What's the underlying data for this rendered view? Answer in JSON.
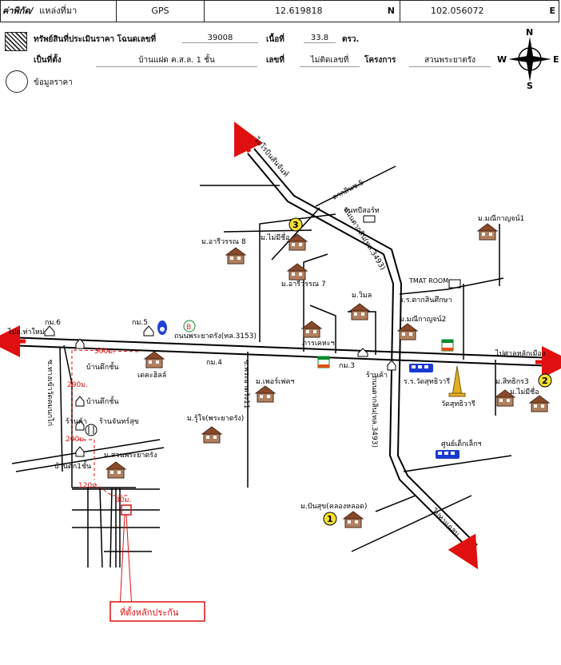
{
  "header": {
    "coord_label": "ค่าพิกัด/",
    "source_label": "แหล่งที่มา",
    "source_value": "GPS",
    "lat": "12.619818",
    "lat_dir": "N",
    "lon": "102.056072",
    "lon_dir": "E"
  },
  "info": {
    "asset_label": "ทรัพย์สินที่ประเมินราคา โฉนดเลขที่",
    "deed_no": "39008",
    "area_label": "เนื้อที่",
    "area_value": "33.8",
    "area_unit": "ตรว.",
    "type_label": "เป็นที่ตั้ง",
    "type_value": "บ้านแฝด ค.ส.ล. 1 ชั้น",
    "no_label": "เลขที่",
    "no_value": "ไม่ติดเลขที่",
    "project_label": "โครงการ",
    "project_value": "สวนพระยาตรัง",
    "price_label": "ข้อมูลราคา"
  },
  "compass": {
    "n": "N",
    "s": "S",
    "e": "E",
    "w": "W"
  },
  "map": {
    "roads": {
      "to_kok": "ไปอ.ท่าใหม่",
      "km6": "กม.6",
      "km5": "กม.5",
      "km4": "กม.4",
      "km3": "กม.3",
      "road3153": "ถนนพระยาตรัง(ทล.3153)",
      "to_shrine": "ไปศาลหลักเมือง",
      "to_shopping": "ไปโรบินสันจันท์",
      "road3493a": "ถนนตากสิน(ทล.3493)",
      "road3493b": "ถนนตากสิน(ทล.3493)",
      "to_khlong": "ไปท่าแฉลบ",
      "taksin5": "ตากสินซ.5",
      "soi_nakorn": "ซ.ทางเข้าวัดคมนกไก่",
      "phraya_soi11": "ซ.พระยาตรัง11"
    },
    "places": {
      "moo_mani1": "ม.มณีกาญจน์1",
      "chanthaburi_store": "จันทบีสอร์ท",
      "tmat_room": "TMAT ROOM",
      "school_taksin": "ร.ร.ตากสินศึกษา",
      "moo_mani2": "ม.มณีกาญจน์2",
      "moo_noname1": "ม.ไม่มีชื่อ",
      "moo_arjewan8": "ม.อารีวรรณ 8",
      "moo_arjewan7": "ม.อารีวรรณ 7",
      "moo_vimon": "ม.วิมล",
      "moo_karnkhe": "ภารเคหะฯ",
      "dekahouse": "เดคะฮิลล์",
      "shop_km3": "ร้านค้า",
      "school_wat": "ร.ร.วัดสุทธิวารี",
      "wat": "วัดสุทธิวารี",
      "moo_sitthikorn": "ม.สิทธิกร3",
      "moo_noname2": "ม.ไม่มีชื่อ",
      "moo_pefect": "ม.เพอร์เฟคฯ",
      "moo_ruja": "ม.รู้ใจ(พระยาตรัง)",
      "child_center": "ศูนย์เด็กเล็กฯ",
      "moo_panasuk": "ม.ปันสุข(คลองหลอด)",
      "house1a": "บ้านตึกชั้น",
      "house1b": "บ้านตึกชั้น",
      "shop1": "ร้านค้า",
      "shop2": "ร้านจันทร์สุข",
      "house1c": "บ้านตึก1ชั้น",
      "moo_suanphraya": "ม.สวนพระยาตรัง",
      "subject": "ที่ตั้งหลักประกัน"
    },
    "distances": {
      "d500": "500ม.",
      "d290": "290ม.",
      "d200": "200ม.",
      "d120": "120ม.",
      "d30": "30ม."
    },
    "markers": {
      "m1": "1",
      "m2": "2",
      "m3": "3"
    }
  }
}
